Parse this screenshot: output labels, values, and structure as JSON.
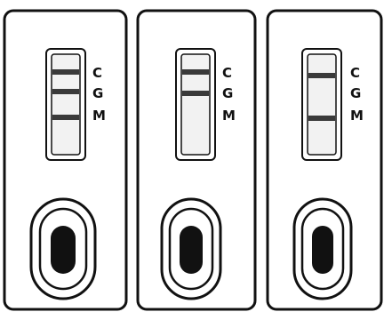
{
  "line_labels": [
    "C",
    "G",
    "M"
  ],
  "cassettes": [
    {
      "id": "cassette-1",
      "lines_shown": [
        "C",
        "G",
        "M"
      ]
    },
    {
      "id": "cassette-2",
      "lines_shown": [
        "C",
        "G"
      ]
    },
    {
      "id": "cassette-3",
      "lines_shown": [
        "C",
        "M"
      ]
    }
  ],
  "colors": {
    "outline": "#111111",
    "band": "#3a3a3a",
    "window_inner": "#f2f2f2",
    "sample_well": "#111111"
  }
}
